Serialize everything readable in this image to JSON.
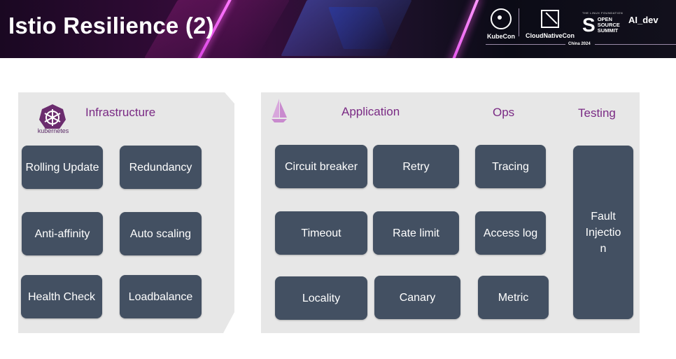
{
  "header": {
    "title": "Istio Resilience (2)",
    "logos": {
      "kubecon": "KubeCon",
      "cloudnativecon": "CloudNativeCon",
      "oss_small": "THE LINUX FOUNDATION",
      "oss_lines": [
        "OPEN",
        "SOURCE",
        "SUMMIT"
      ],
      "aidev": "AI_dev",
      "event": "China 2024"
    },
    "colors": {
      "accent": "#d23bdc",
      "banner": "#2a0f33"
    }
  },
  "infrastructure": {
    "logo_label": "kubernetes",
    "title": "Infrastructure",
    "items": [
      "Rolling Update",
      "Redundancy",
      "Anti-affinity",
      "Auto scaling",
      "Health Check",
      "Loadbalance"
    ]
  },
  "application": {
    "title": "Application",
    "items": [
      "Circuit breaker",
      "Retry",
      "Timeout",
      "Rate limit",
      "Locality",
      "Canary"
    ]
  },
  "ops": {
    "title": "Ops",
    "items": [
      "Tracing",
      "Access log",
      "Metric"
    ]
  },
  "testing": {
    "title": "Testing",
    "items": [
      "Fault Injectio n"
    ]
  },
  "style": {
    "card_color": "#435062",
    "section_title_color": "#7a2a84",
    "panel_color": "#e7e7e7"
  }
}
